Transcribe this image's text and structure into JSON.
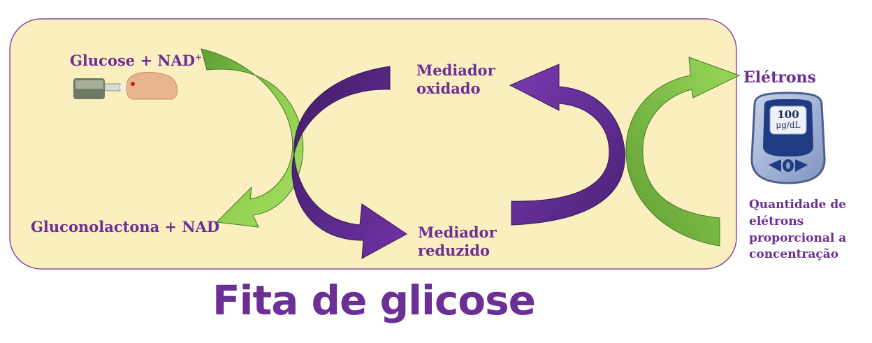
{
  "labels": {
    "glucose": "Glucose + NAD",
    "glucose_sup": "+",
    "gluconolactona": "Gluconolactona + NAD",
    "mediador_oxidado_1": "Mediador",
    "mediador_oxidado_2": "oxidado",
    "mediador_reduzido_1": "Mediador",
    "mediador_reduzido_2": "reduzido",
    "eletrons": "Elétrons",
    "quantidade_1": "Quantidade de",
    "quantidade_2": "elétrons",
    "quantidade_3": "proporcional a",
    "quantidade_4": "concentração"
  },
  "meter": {
    "value": "100",
    "unit": "μg/dL"
  },
  "title": "Fita de glicose",
  "colors": {
    "panel_fill": "#fcefbf",
    "panel_border": "#8a4aa8",
    "purple_arrow": "#5b2b88",
    "green_arrow": "#86c84a",
    "text": "#6b2f96"
  }
}
